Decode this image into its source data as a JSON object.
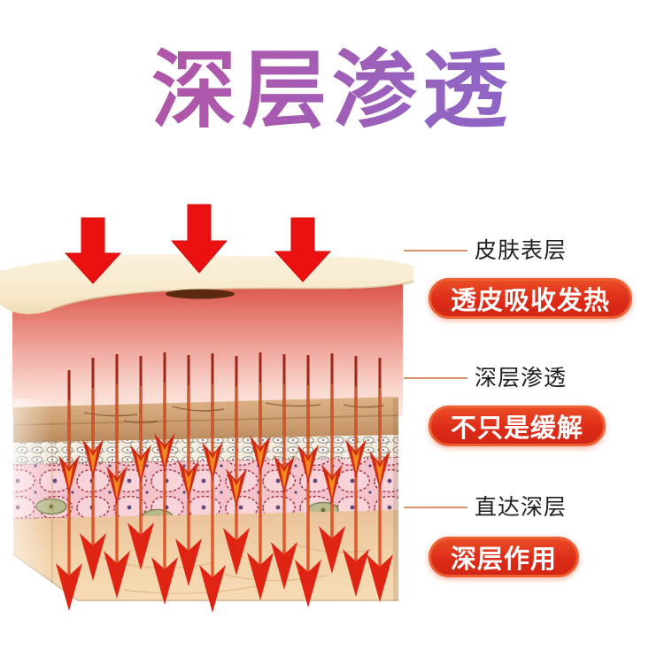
{
  "title": {
    "text": "深层渗透",
    "gradient_start": "#b3539f",
    "gradient_end": "#8566cf"
  },
  "annotations": {
    "items": [
      {
        "label": "皮肤表层",
        "badge": "透皮吸收发热"
      },
      {
        "label": "深层渗透",
        "badge": "不只是缓解"
      },
      {
        "label": "直达深层",
        "badge": "深层作用"
      }
    ],
    "label_color": "#1f1f1f",
    "badge_color": "#dd2c18",
    "badge_border_color": "#ee5f33",
    "badge_text_color": "#ffffff",
    "leader_line_color": "#dd9368"
  },
  "illustration": {
    "description": "skin cross-section showing heat penetrating from surface into deep layers",
    "pressure_arrow_color": "#ec1111",
    "penetration_arrow_color": "#d82814",
    "surface_sheet_color": "#f7ecd4",
    "heat_glow_color": "#d84b41",
    "elements": [
      "pressure-down-arrows",
      "skin-surface-sheet",
      "heat-glow-layer",
      "stratum-corneum",
      "epidermis-cells",
      "dermis-cells",
      "gland",
      "subcutaneous-layer",
      "penetration-arrows"
    ]
  }
}
